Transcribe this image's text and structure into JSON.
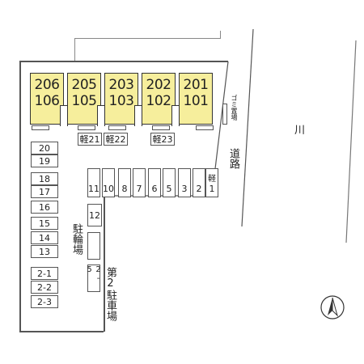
{
  "units": [
    {
      "upper": "206",
      "lower": "106"
    },
    {
      "upper": "205",
      "lower": "105"
    },
    {
      "upper": "203",
      "lower": "103"
    },
    {
      "upper": "202",
      "lower": "102"
    },
    {
      "upper": "201",
      "lower": "101"
    }
  ],
  "kei_slots": [
    "軽21",
    "軽22",
    "軽23"
  ],
  "left_slots": [
    "20",
    "19",
    "18",
    "17",
    "16",
    "15",
    "14",
    "13"
  ],
  "row_slots": [
    "11",
    "10",
    "8",
    "7",
    "6",
    "5",
    "3",
    "2",
    "1"
  ],
  "row_slot_1_prefix": "軽",
  "slot_12": "12",
  "lower_slots": [
    "2-1",
    "2-2",
    "2-3"
  ],
  "slot_2_5": "2-5",
  "labels": {
    "garbage": "ゴミ置場",
    "road": "道路",
    "river": "川",
    "bicycle": "駐輪場",
    "parking2": "第2駐車場"
  }
}
